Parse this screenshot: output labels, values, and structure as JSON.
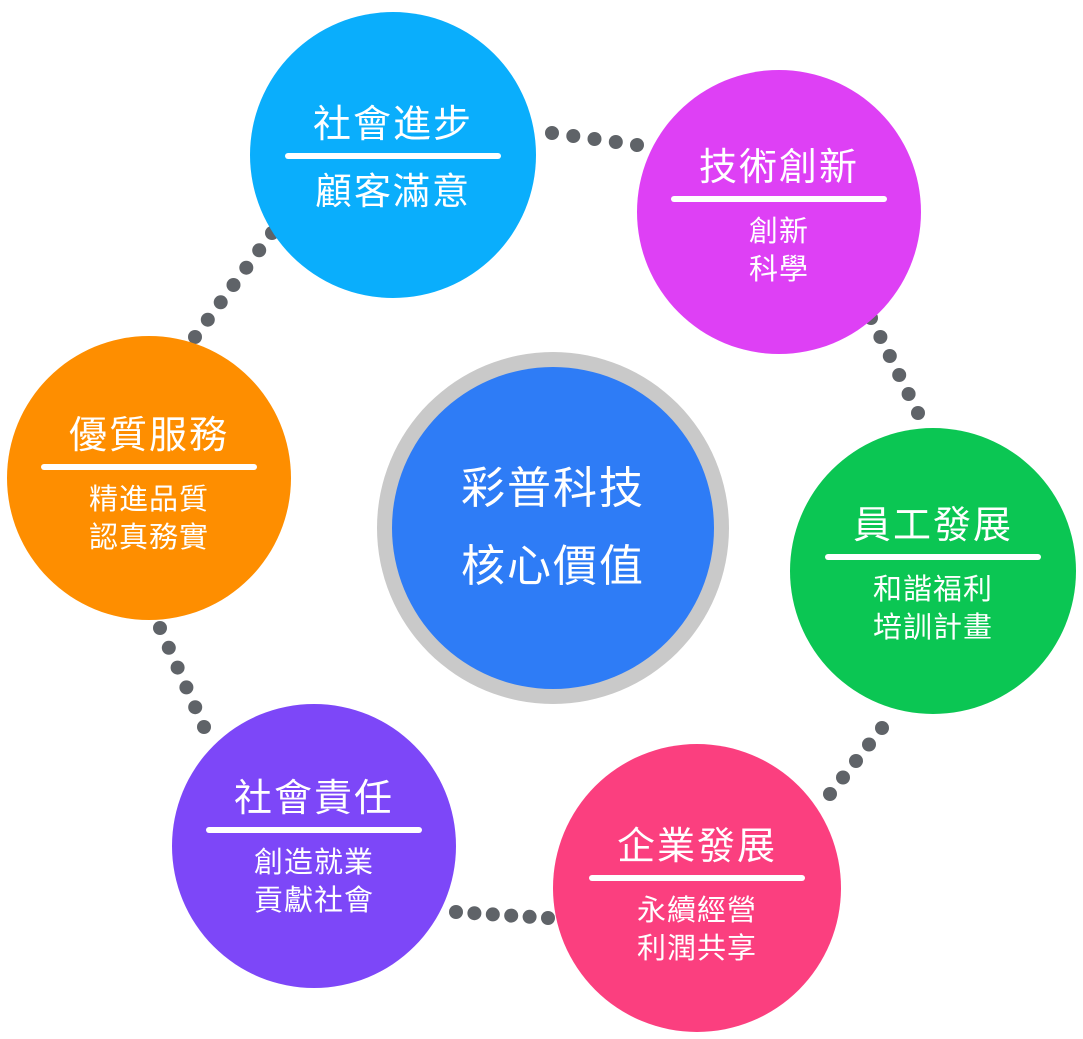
{
  "center": {
    "line1": "彩普科技",
    "line2": "核心價值",
    "color": "#2e7cf6",
    "ring_color": "#c9c9c9"
  },
  "nodes": [
    {
      "id": "social-progress",
      "title": "社會進步",
      "lines": [
        "顧客滿意"
      ],
      "color": "#0aaefc"
    },
    {
      "id": "tech-innovation",
      "title": "技術創新",
      "lines": [
        "創新",
        "科學"
      ],
      "color": "#de40f5"
    },
    {
      "id": "staff-development",
      "title": "員工發展",
      "lines": [
        "和諧福利",
        "培訓計畫"
      ],
      "color": "#0bc653"
    },
    {
      "id": "enterprise-development",
      "title": "企業發展",
      "lines": [
        "永續經營",
        "利潤共享"
      ],
      "color": "#fb3f7f"
    },
    {
      "id": "social-responsibility",
      "title": "社會責任",
      "lines": [
        "創造就業",
        "貢獻社會"
      ],
      "color": "#7d47f8"
    },
    {
      "id": "quality-service",
      "title": "優質服務",
      "lines": [
        "精進品質",
        "認真務實"
      ],
      "color": "#fe8e00"
    }
  ],
  "connector_color": "#5f6368"
}
